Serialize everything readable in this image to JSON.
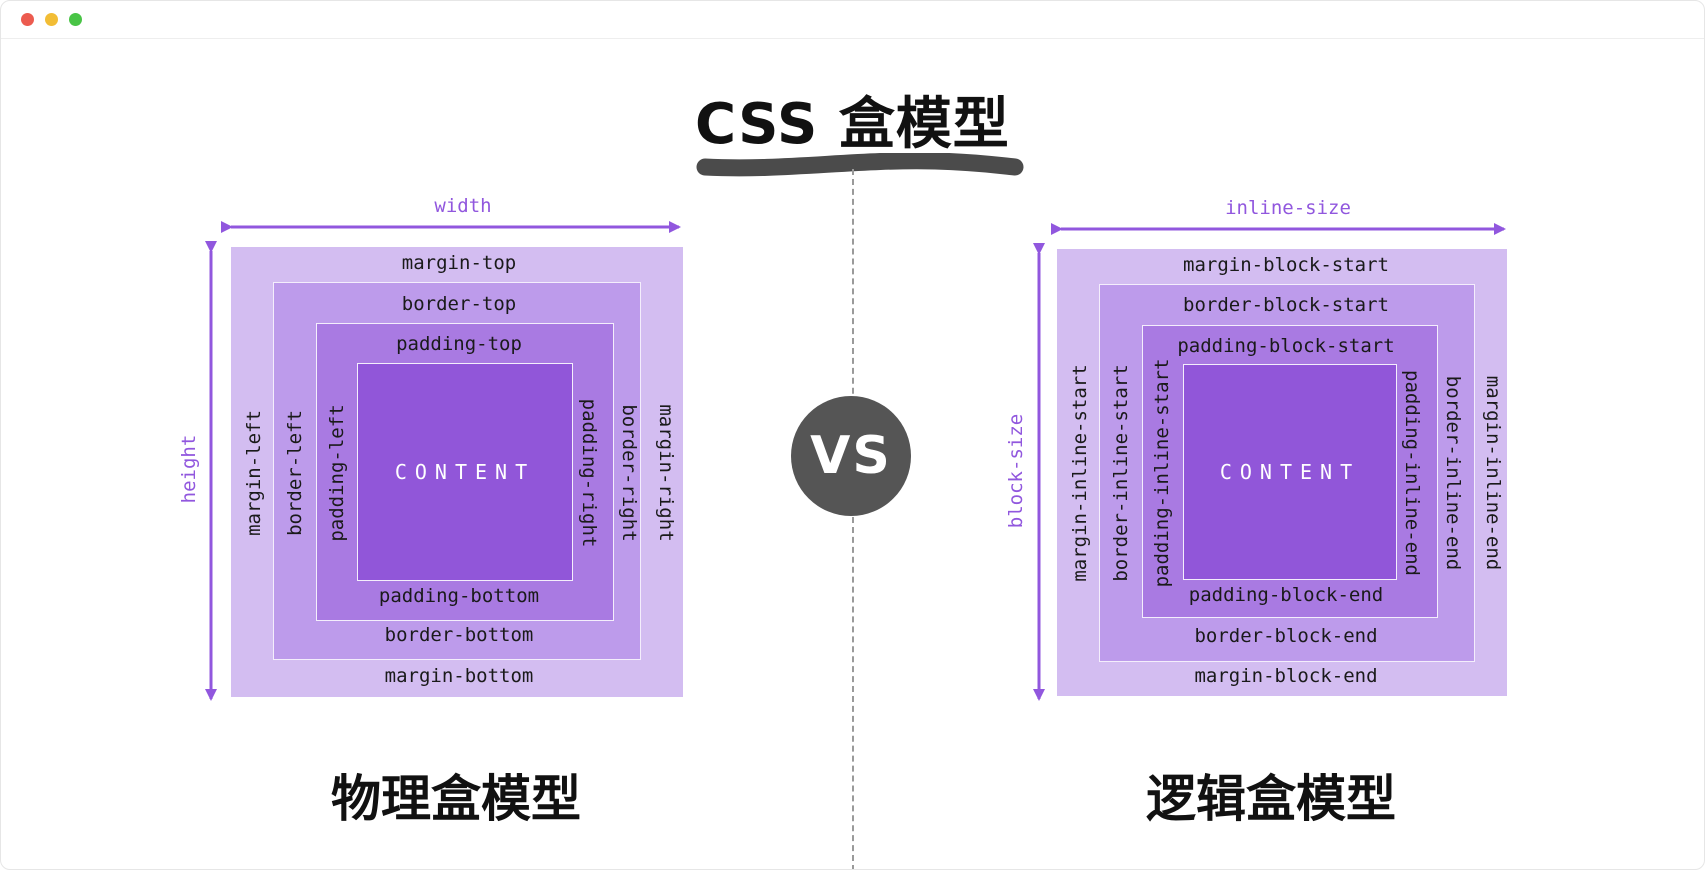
{
  "window": {
    "controls": [
      "close",
      "minimize",
      "maximize"
    ]
  },
  "title": "CSS 盒模型",
  "vs": "VS",
  "left": {
    "caption": "物理盒模型",
    "width_label": "width",
    "height_label": "height",
    "margin_top": "margin-top",
    "border_top": "border-top",
    "padding_top": "padding-top",
    "content": "CONTENT",
    "padding_bottom": "padding-bottom",
    "border_bottom": "border-bottom",
    "margin_bottom": "margin-bottom",
    "margin_left": "margin-left",
    "border_left": "border-left",
    "padding_left": "padding-left",
    "padding_right": "padding-right",
    "border_right": "border-right",
    "margin_right": "margin-right"
  },
  "right": {
    "caption": "逻辑盒模型",
    "width_label": "inline-size",
    "height_label": "block-size",
    "margin_top": "margin-block-start",
    "border_top": "border-block-start",
    "padding_top": "padding-block-start",
    "content": "CONTENT",
    "padding_bottom": "padding-block-end",
    "border_bottom": "border-block-end",
    "margin_bottom": "margin-block-end",
    "margin_left": "margin-inline-start",
    "border_left": "border-inline-start",
    "padding_left": "padding-inline-start",
    "padding_right": "padding-inline-end",
    "border_right": "border-inline-end",
    "margin_right": "margin-inline-end"
  },
  "colors": {
    "margin": "#d3bdf1",
    "border": "#bd9beb",
    "padding": "#a97ae2",
    "content": "#9156d9",
    "dimension": "#9157de",
    "vs_badge": "#555555"
  }
}
